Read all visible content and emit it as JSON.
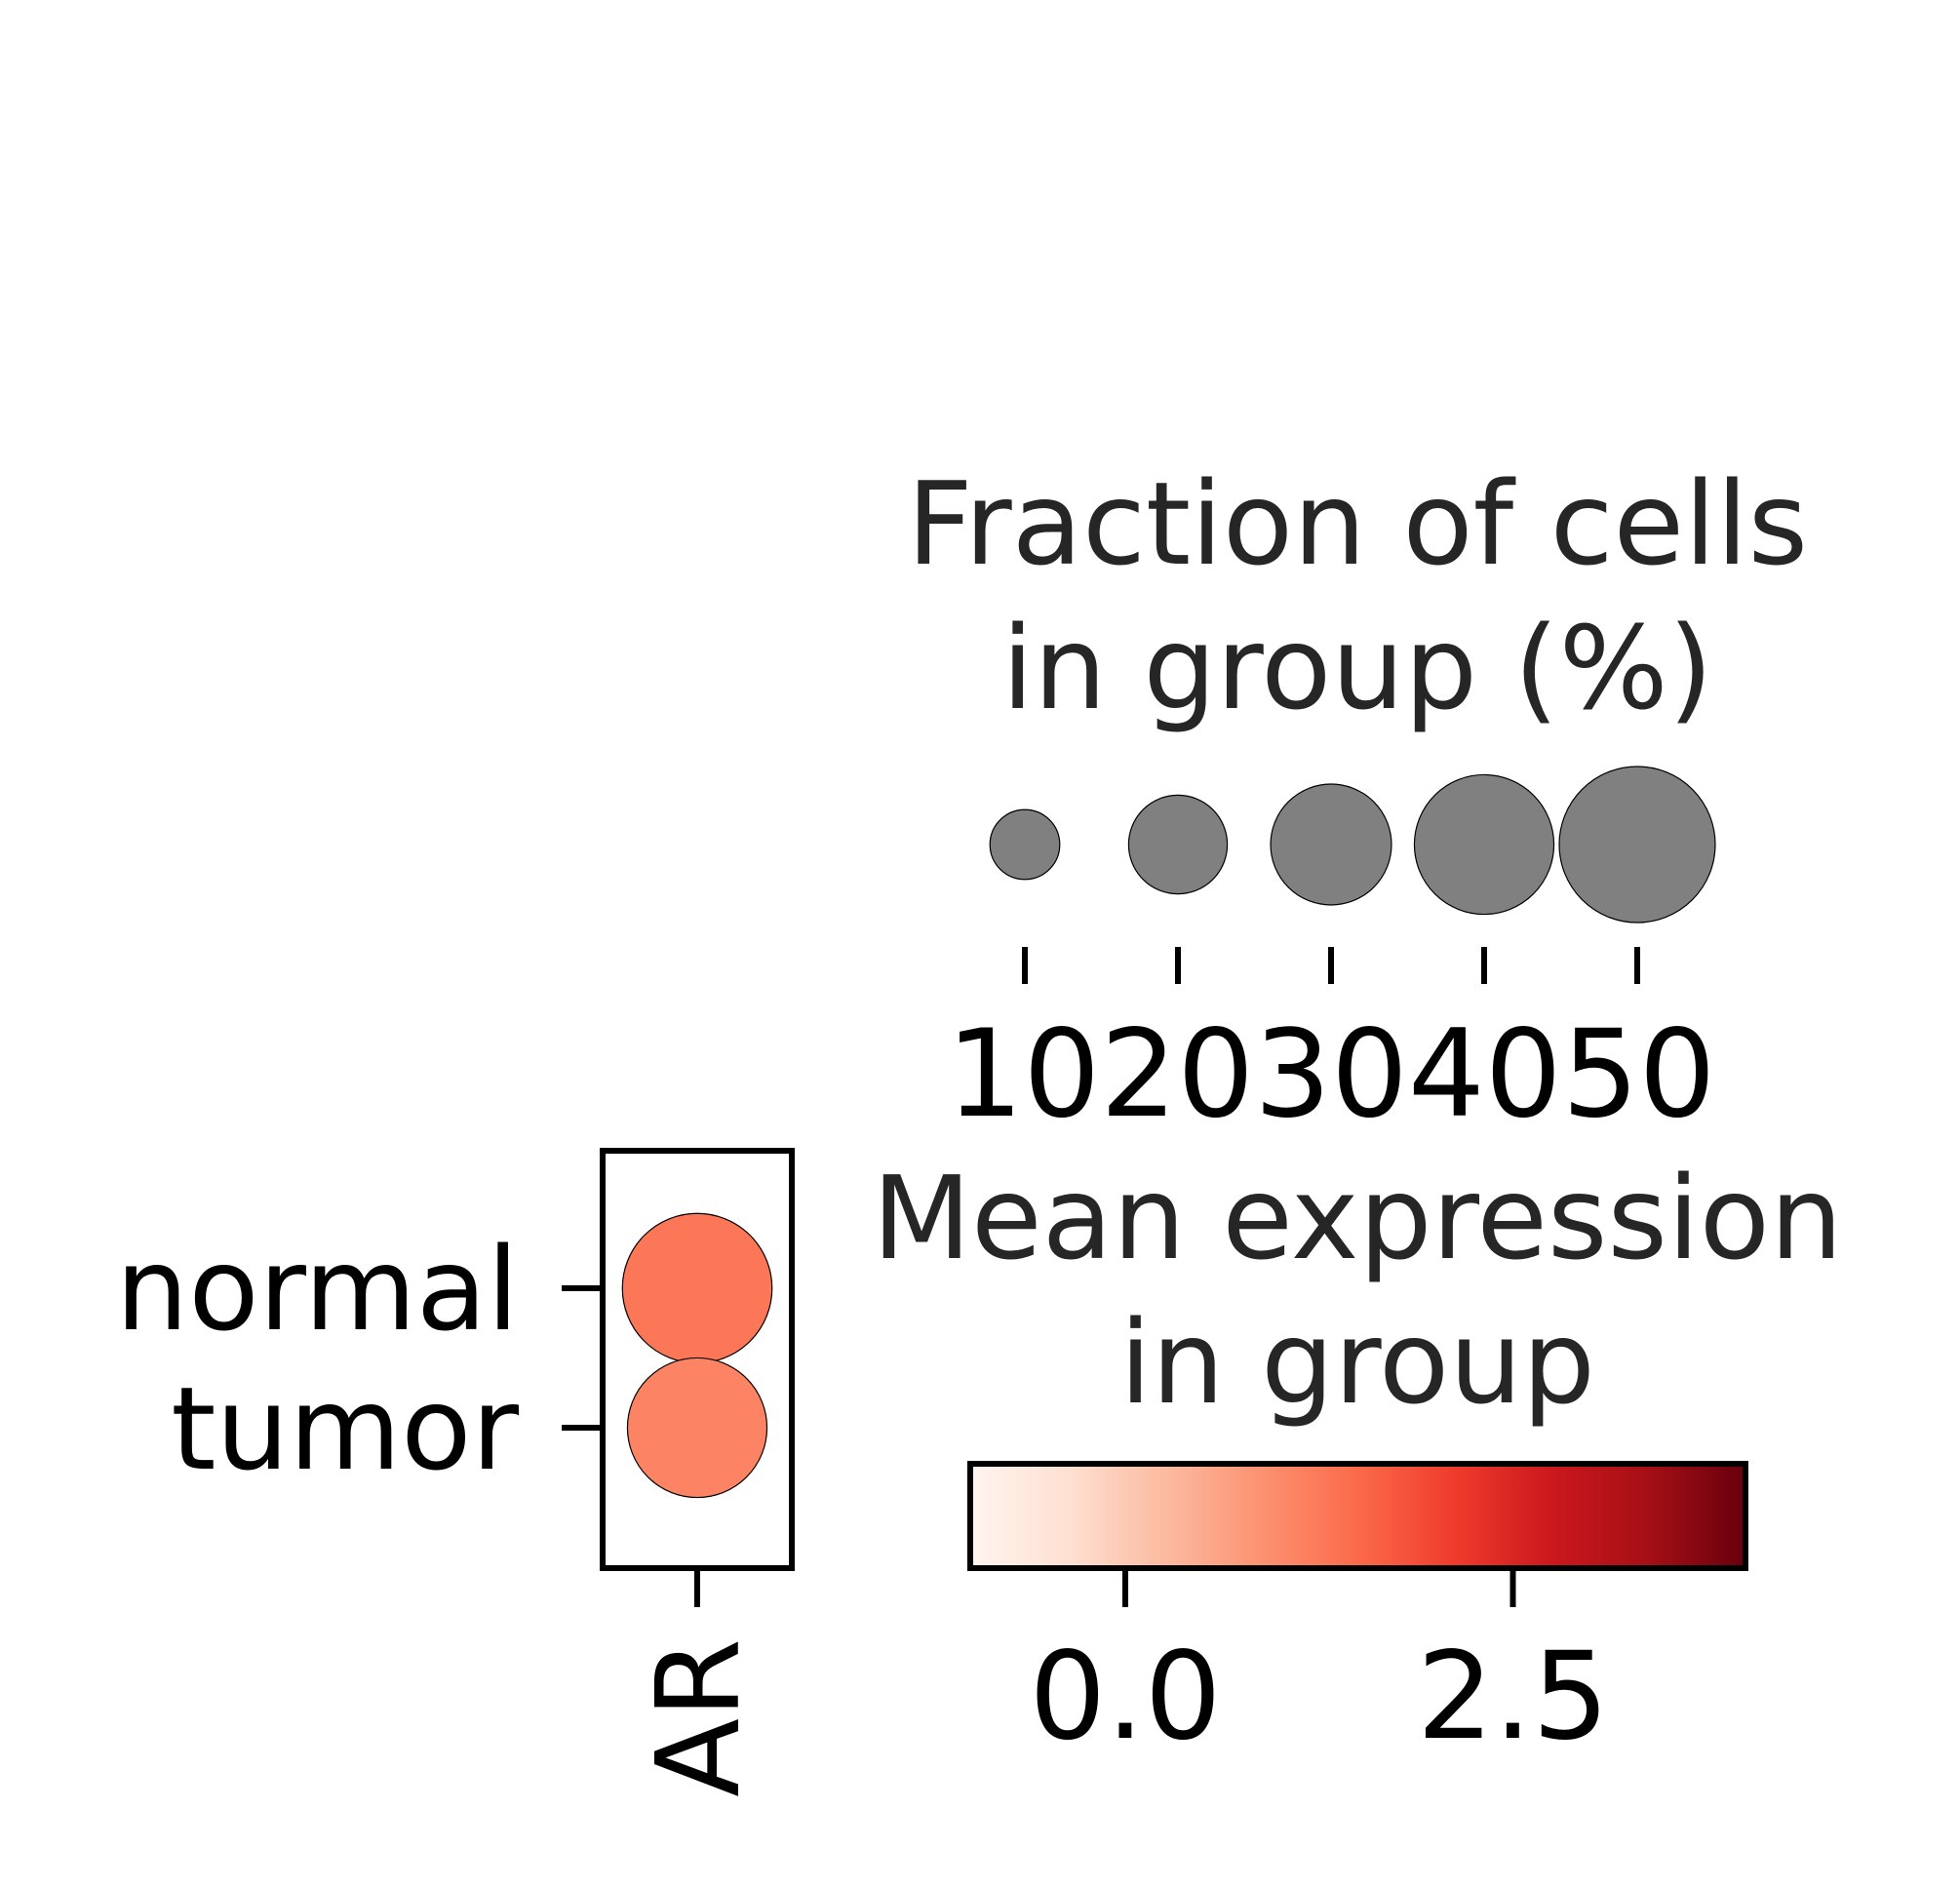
{
  "chart_data": {
    "type": "dotplot",
    "genes": [
      "AR"
    ],
    "groups": [
      "normal",
      "tumor"
    ],
    "points": [
      {
        "group": "normal",
        "gene": "AR",
        "fraction_pct": 46,
        "mean_expression": 1.3
      },
      {
        "group": "tumor",
        "gene": "AR",
        "fraction_pct": 40,
        "mean_expression": 1.1
      }
    ],
    "size_legend": {
      "title_lines": [
        "Fraction of cells",
        "in group (%)"
      ],
      "values": [
        10,
        20,
        30,
        40,
        50
      ],
      "tick_labels": [
        "10",
        "20",
        "30",
        "40",
        "50"
      ],
      "max_fraction_pct": 50
    },
    "color_legend": {
      "title_lines": [
        "Mean expression",
        "in group"
      ],
      "colormap": "Reds",
      "vmin": -1.0,
      "vmax": 4.0,
      "ticks": [
        0.0,
        2.5
      ],
      "tick_labels": [
        "0.0",
        "2.5"
      ]
    },
    "colors": {
      "size_legend_dot": "#808080",
      "text": "#000000",
      "title_text": "#262626",
      "colormap_stops": [
        "#fff5f0",
        "#fee0d2",
        "#fcbba1",
        "#fc9272",
        "#fb6a4a",
        "#ef3b2c",
        "#cb181d",
        "#a50f15",
        "#67000d"
      ]
    }
  }
}
